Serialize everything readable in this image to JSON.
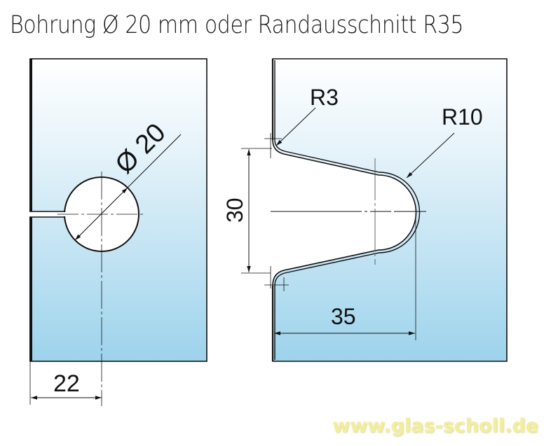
{
  "title": "Bohrung Ø 20 mm oder Randausschnitt R35",
  "left_panel": {
    "hole_label": "Ø 20",
    "hole_diameter_mm": 20,
    "edge_distance_label": "22",
    "edge_distance_mm": 22
  },
  "right_panel": {
    "small_radius_label": "R3",
    "large_radius_label": "R10",
    "height_label": "30",
    "depth_label": "35",
    "height_mm": 30,
    "depth_mm": 35
  },
  "colors": {
    "glass_top": "#ffffff",
    "glass_bottom": "#9dd3ec",
    "line": "#111111",
    "watermark": "#f2ee9c"
  },
  "watermark": "www.glas-scholl.de"
}
